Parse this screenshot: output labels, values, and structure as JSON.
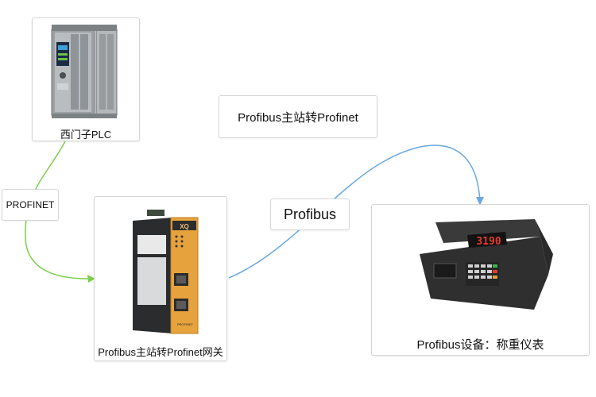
{
  "nodes": {
    "plc": {
      "label": "西门子PLC"
    },
    "gateway": {
      "label": "Profibus主站转Profinet网关",
      "brand": "XQ",
      "panel_text": "PROFINET"
    },
    "scale": {
      "label": "Profibus设备：称重仪表",
      "display": "3190"
    }
  },
  "tags": {
    "profinet": "PROFINET",
    "profibus": "Profibus",
    "title": "Profibus主站转Profinet"
  },
  "colors": {
    "profinet_line": "#7ccf4a",
    "profibus_line": "#6aa8e0",
    "gateway_orange": "#e6a23c",
    "scale_display": "#e33b2e"
  }
}
